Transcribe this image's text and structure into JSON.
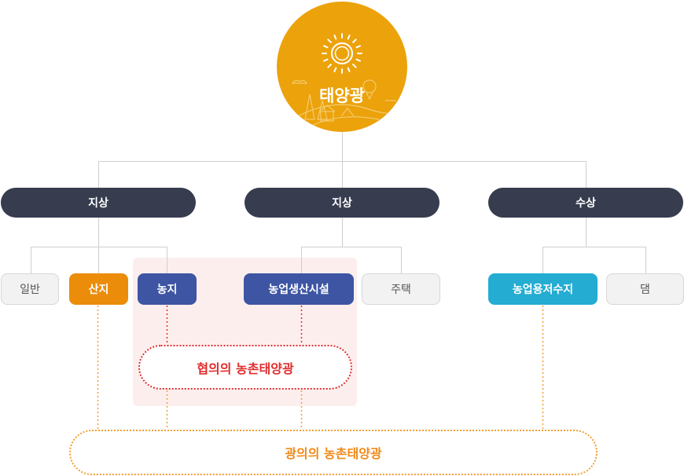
{
  "root": {
    "label": "태양광",
    "icon": "sun-icon"
  },
  "categories": [
    {
      "label": "지상"
    },
    {
      "label": "지상"
    },
    {
      "label": "수상"
    }
  ],
  "items": [
    {
      "label": "일반",
      "style": "gray"
    },
    {
      "label": "산지",
      "style": "orange"
    },
    {
      "label": "농지",
      "style": "blue"
    },
    {
      "label": "농업생산시설",
      "style": "blue"
    },
    {
      "label": "주택",
      "style": "gray"
    },
    {
      "label": "농업용저수지",
      "style": "cyan"
    },
    {
      "label": "댐",
      "style": "gray"
    }
  ],
  "groups": {
    "narrow": {
      "label": "협의의 농촌태양광"
    },
    "broad": {
      "label": "광의의 농촌태양광"
    }
  },
  "colors": {
    "sun": "#eba20b",
    "category": "#373c4f",
    "orange": "#eb8d0b",
    "blue": "#3d55a3",
    "cyan": "#24acd2",
    "narrow_line": "#e02d2d",
    "broad_line": "#efa030",
    "zone": "#fdeeee"
  }
}
